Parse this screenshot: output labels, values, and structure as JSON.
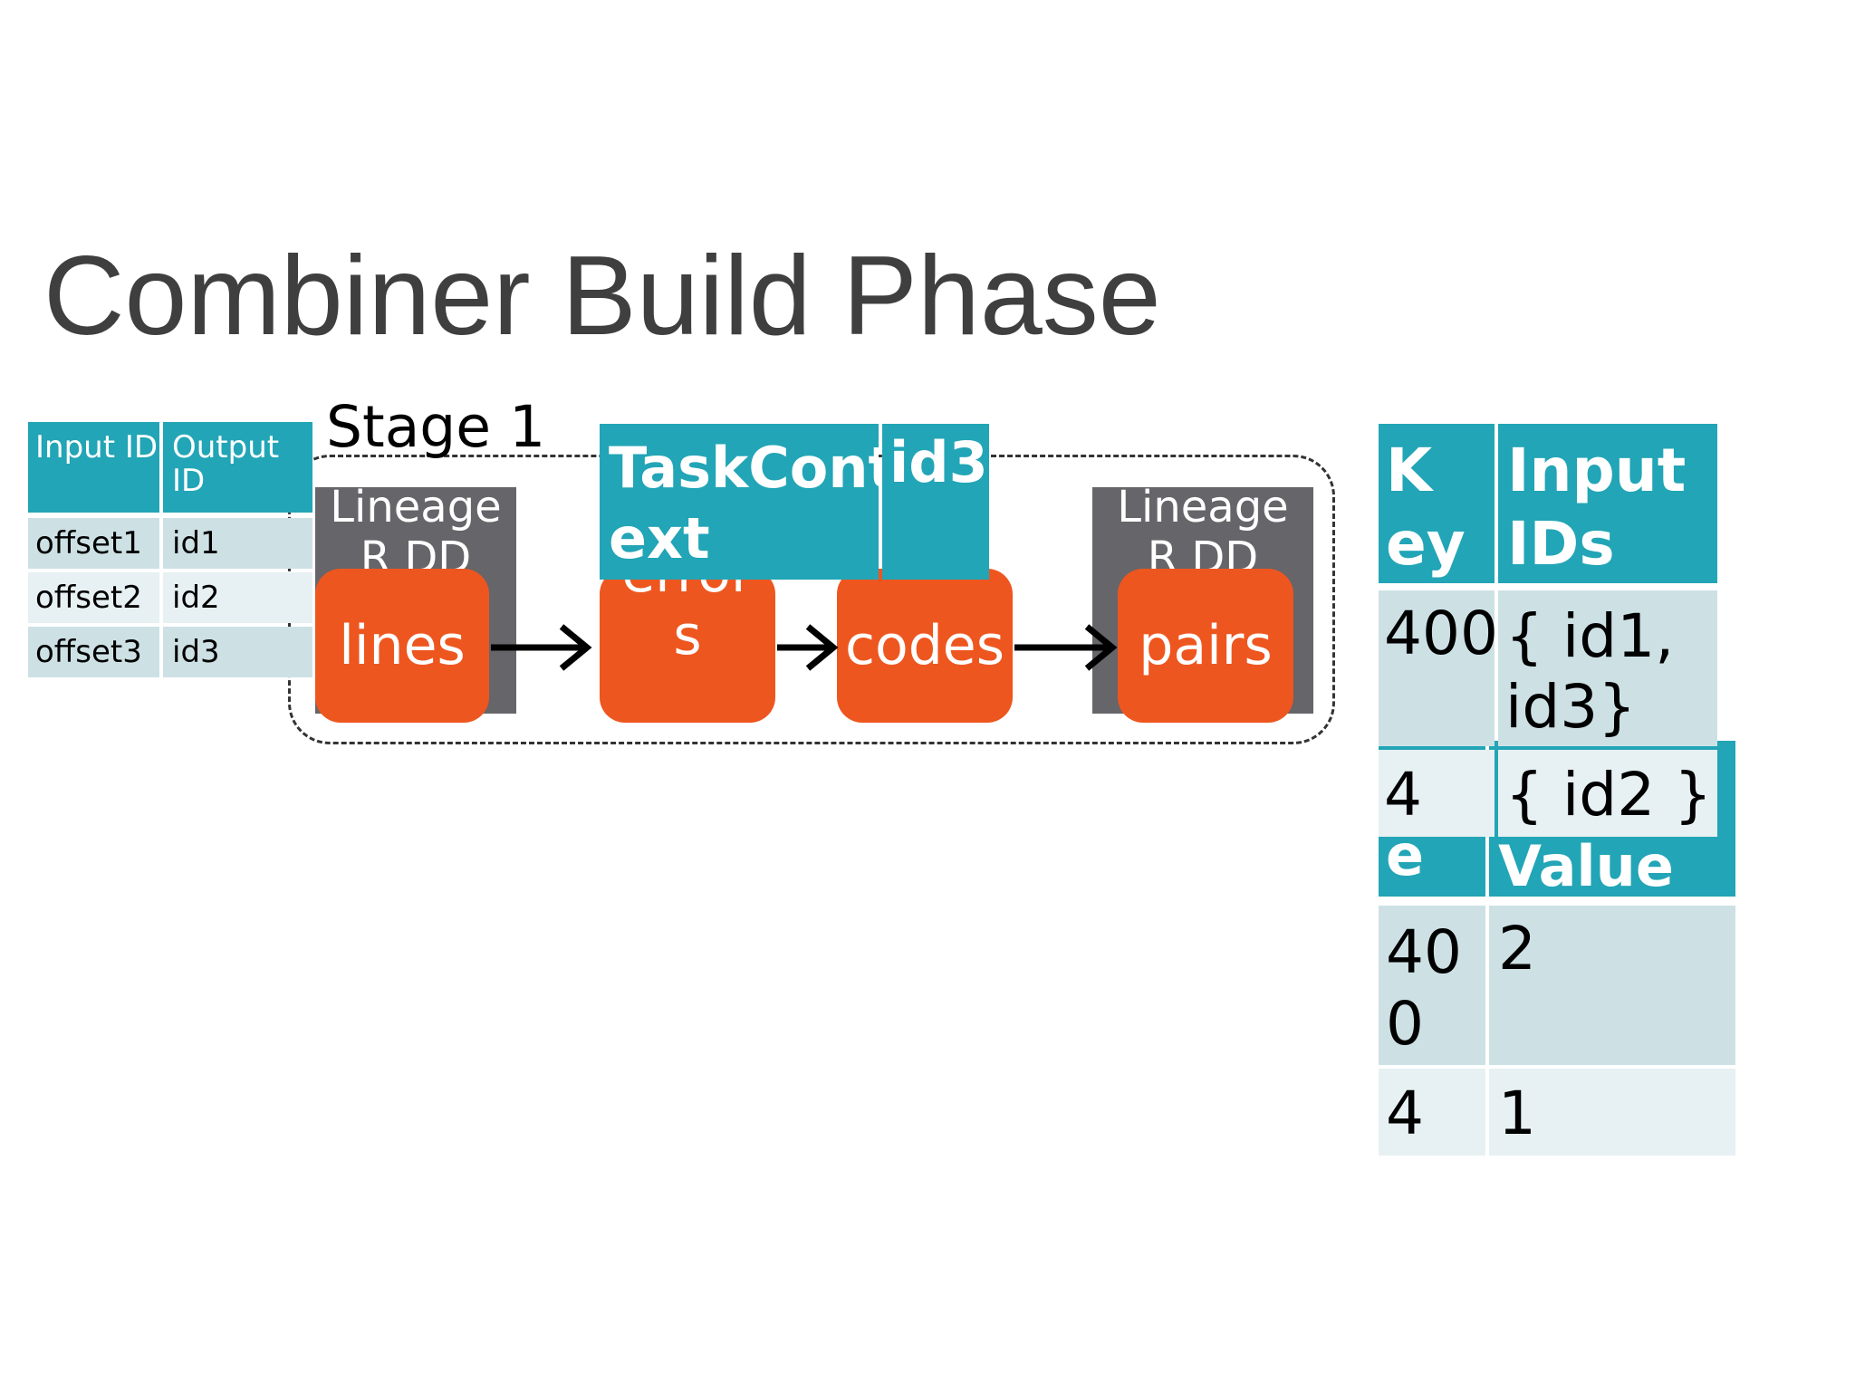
{
  "title": "Combiner Build Phase",
  "stage_label": "Stage 1",
  "input_table": {
    "headers": [
      "Input ID",
      "Output ID"
    ],
    "rows": [
      [
        "offset1",
        "id1"
      ],
      [
        "offset2",
        "id2"
      ],
      [
        "offset3",
        "id3"
      ]
    ]
  },
  "lineage_rdd_label": "LineageR DD",
  "nodes": [
    "lines",
    "errors",
    "codes",
    "pairs"
  ],
  "task_context": {
    "label": "TaskCont ext",
    "value": "id3"
  },
  "key_input_table": {
    "headers": [
      "Key",
      "Input IDs"
    ],
    "rows": [
      [
        "400",
        "{ id1, id3}"
      ],
      [
        "4",
        "{ id2 }"
      ]
    ]
  },
  "key_value_table": {
    "headers": [
      "Key",
      "Value"
    ],
    "rows": [
      [
        "400",
        "2"
      ],
      [
        "4",
        "1"
      ]
    ]
  },
  "colors": {
    "header_teal": "#22a5b6",
    "row_light": "#cde1e5",
    "row_lighter": "#e7f0f2",
    "node_orange": "#ee561f",
    "rdd_gray": "#666569"
  },
  "icons": [
    "arrow-right-icon"
  ]
}
